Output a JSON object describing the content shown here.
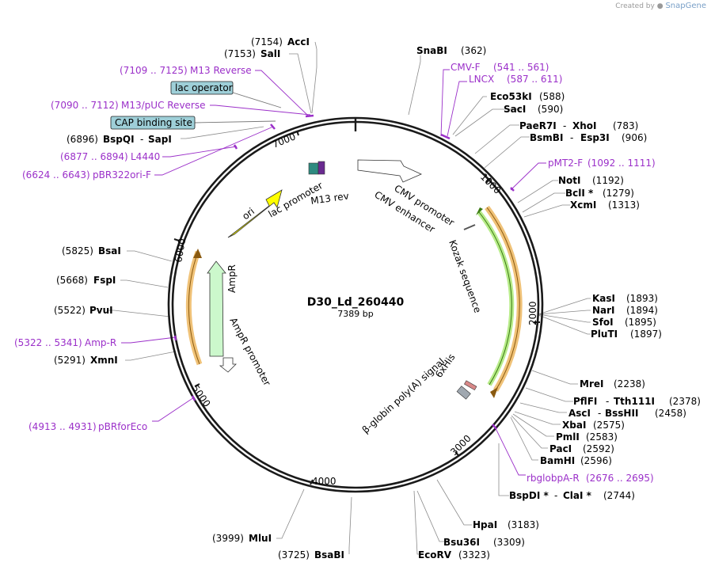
{
  "watermark": {
    "prefix": "Created by",
    "brand": "SnapGene"
  },
  "plasmid": {
    "name": "D30_Ld_260440",
    "length": "7389 bp"
  },
  "ticks": [
    "1000",
    "2000",
    "3000",
    "4000",
    "5000",
    "6000",
    "7000"
  ],
  "features": [
    {
      "label": "ori",
      "color": "#ffff00"
    },
    {
      "label": "AmpR",
      "color": "#ccf8cc"
    },
    {
      "label": "AmpR promoter",
      "color": "#ffffff"
    },
    {
      "label": "lac promoter",
      "color": "#ffffff"
    },
    {
      "label": "M13 rev",
      "color": "#ffffff"
    },
    {
      "label": "CMV promoter",
      "color": "#ffffff"
    },
    {
      "label": "CMV enhancer",
      "color": "#ffffff"
    },
    {
      "label": "Kozak sequence",
      "color": "#ffffff"
    },
    {
      "label": "6xHis",
      "color": "#ffffff"
    },
    {
      "label": "β-globin poly(A) signal",
      "color": "#a0a8b0"
    }
  ],
  "boxed_features": [
    {
      "label": "lac operator",
      "color": "#9ecfd8"
    },
    {
      "label": "CAP binding site",
      "color": "#9ecfd8"
    }
  ],
  "sites": [
    {
      "name": "AccI",
      "pos": "(7154)"
    },
    {
      "name": "SalI",
      "pos": "(7153)"
    },
    {
      "name": "BspQI",
      "name2": "SapI",
      "pos": "(6896)"
    },
    {
      "name": "SnaBI",
      "pos": "(362)"
    },
    {
      "name": "Eco53kI",
      "pos": "(588)"
    },
    {
      "name": "SacI",
      "pos": "(590)"
    },
    {
      "name": "PaeR7I",
      "name2": "XhoI",
      "pos": "(783)"
    },
    {
      "name": "BsmBI",
      "name2": "Esp3I",
      "pos": "(906)"
    },
    {
      "name": "NotI",
      "pos": "(1192)"
    },
    {
      "name": "BclI *",
      "pos": "(1279)"
    },
    {
      "name": "XcmI",
      "pos": "(1313)"
    },
    {
      "name": "KasI",
      "pos": "(1893)"
    },
    {
      "name": "NarI",
      "pos": "(1894)"
    },
    {
      "name": "SfoI",
      "pos": "(1895)"
    },
    {
      "name": "PluTI",
      "pos": "(1897)"
    },
    {
      "name": "MreI",
      "pos": "(2238)"
    },
    {
      "name": "PflFI",
      "name2": "Tth111I",
      "pos": "(2378)"
    },
    {
      "name": "AscI",
      "name2": "BssHII",
      "pos": "(2458)"
    },
    {
      "name": "XbaI",
      "pos": "(2575)"
    },
    {
      "name": "PmlI",
      "pos": "(2583)"
    },
    {
      "name": "PacI",
      "pos": "(2592)"
    },
    {
      "name": "BamHI",
      "pos": "(2596)"
    },
    {
      "name": "BspDI *",
      "name2": "ClaI *",
      "pos": "(2744)"
    },
    {
      "name": "HpaI",
      "pos": "(3183)"
    },
    {
      "name": "Bsu36I",
      "pos": "(3309)"
    },
    {
      "name": "EcoRV",
      "pos": "(3323)"
    },
    {
      "name": "BsaBI",
      "pos": "(3725)"
    },
    {
      "name": "MluI",
      "pos": "(3999)"
    },
    {
      "name": "XmnI",
      "pos": "(5291)"
    },
    {
      "name": "PvuI",
      "pos": "(5522)"
    },
    {
      "name": "FspI",
      "pos": "(5668)"
    },
    {
      "name": "BsaI",
      "pos": "(5825)"
    }
  ],
  "primers": [
    {
      "name": "M13 Reverse",
      "range": "(7109 .. 7125)"
    },
    {
      "name": "M13/pUC Reverse",
      "range": "(7090 .. 7112)"
    },
    {
      "name": "L4440",
      "range": "(6877 .. 6894)"
    },
    {
      "name": "pBR322ori-F",
      "range": "(6624 .. 6643)"
    },
    {
      "name": "CMV-F",
      "range": "(541 .. 561)"
    },
    {
      "name": "LNCX",
      "range": "(587 .. 611)"
    },
    {
      "name": "pMT2-F",
      "range": "(1092 .. 1111)"
    },
    {
      "name": "rbglobpA-R",
      "range": "(2676 .. 2695)"
    },
    {
      "name": "Amp-R",
      "range": "(5322 .. 5341)"
    },
    {
      "name": "pBRforEco",
      "range": "(4913 .. 4931)"
    }
  ]
}
